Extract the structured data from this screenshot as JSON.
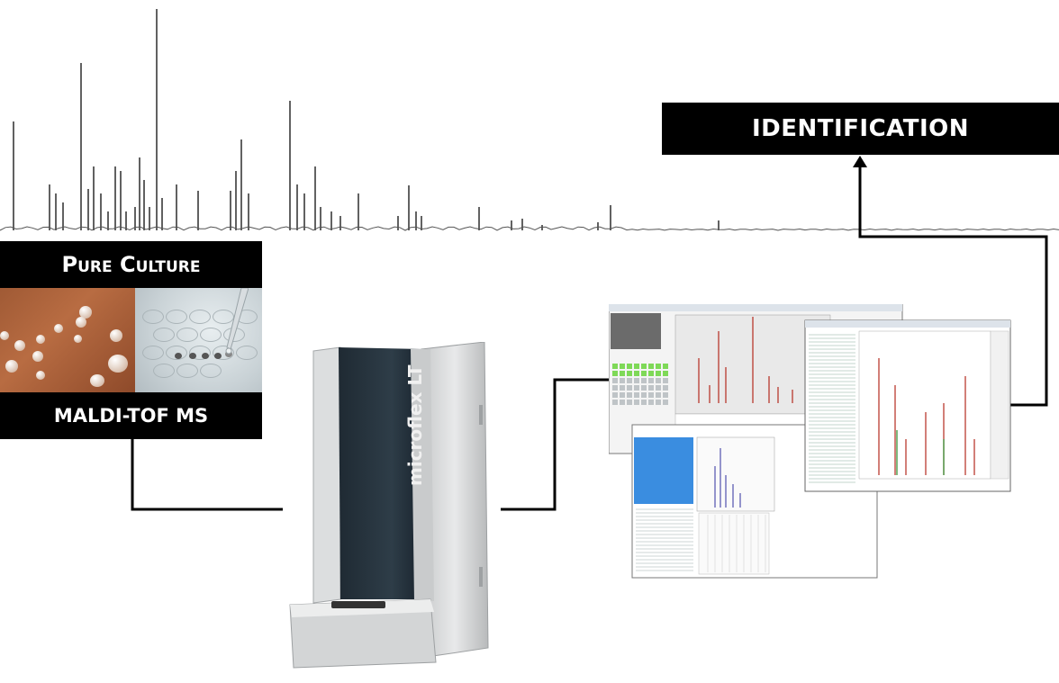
{
  "labels": {
    "identification": "IDENTIFICATION",
    "pure_culture": "Pure Culture",
    "maldi": "MALDI-TOF MS"
  },
  "instrument": {
    "brand_text": "microflex LT"
  },
  "colors": {
    "label_bg": "#000000",
    "label_text": "#ffffff",
    "connector": "#000000",
    "spectrum": "#3a3a3a",
    "screen_highlight": "#3a8de0"
  },
  "icons": [
    "spectrum-plot",
    "culture-photo",
    "mass-spectrometer",
    "software-screens",
    "arrow-up-icon"
  ]
}
